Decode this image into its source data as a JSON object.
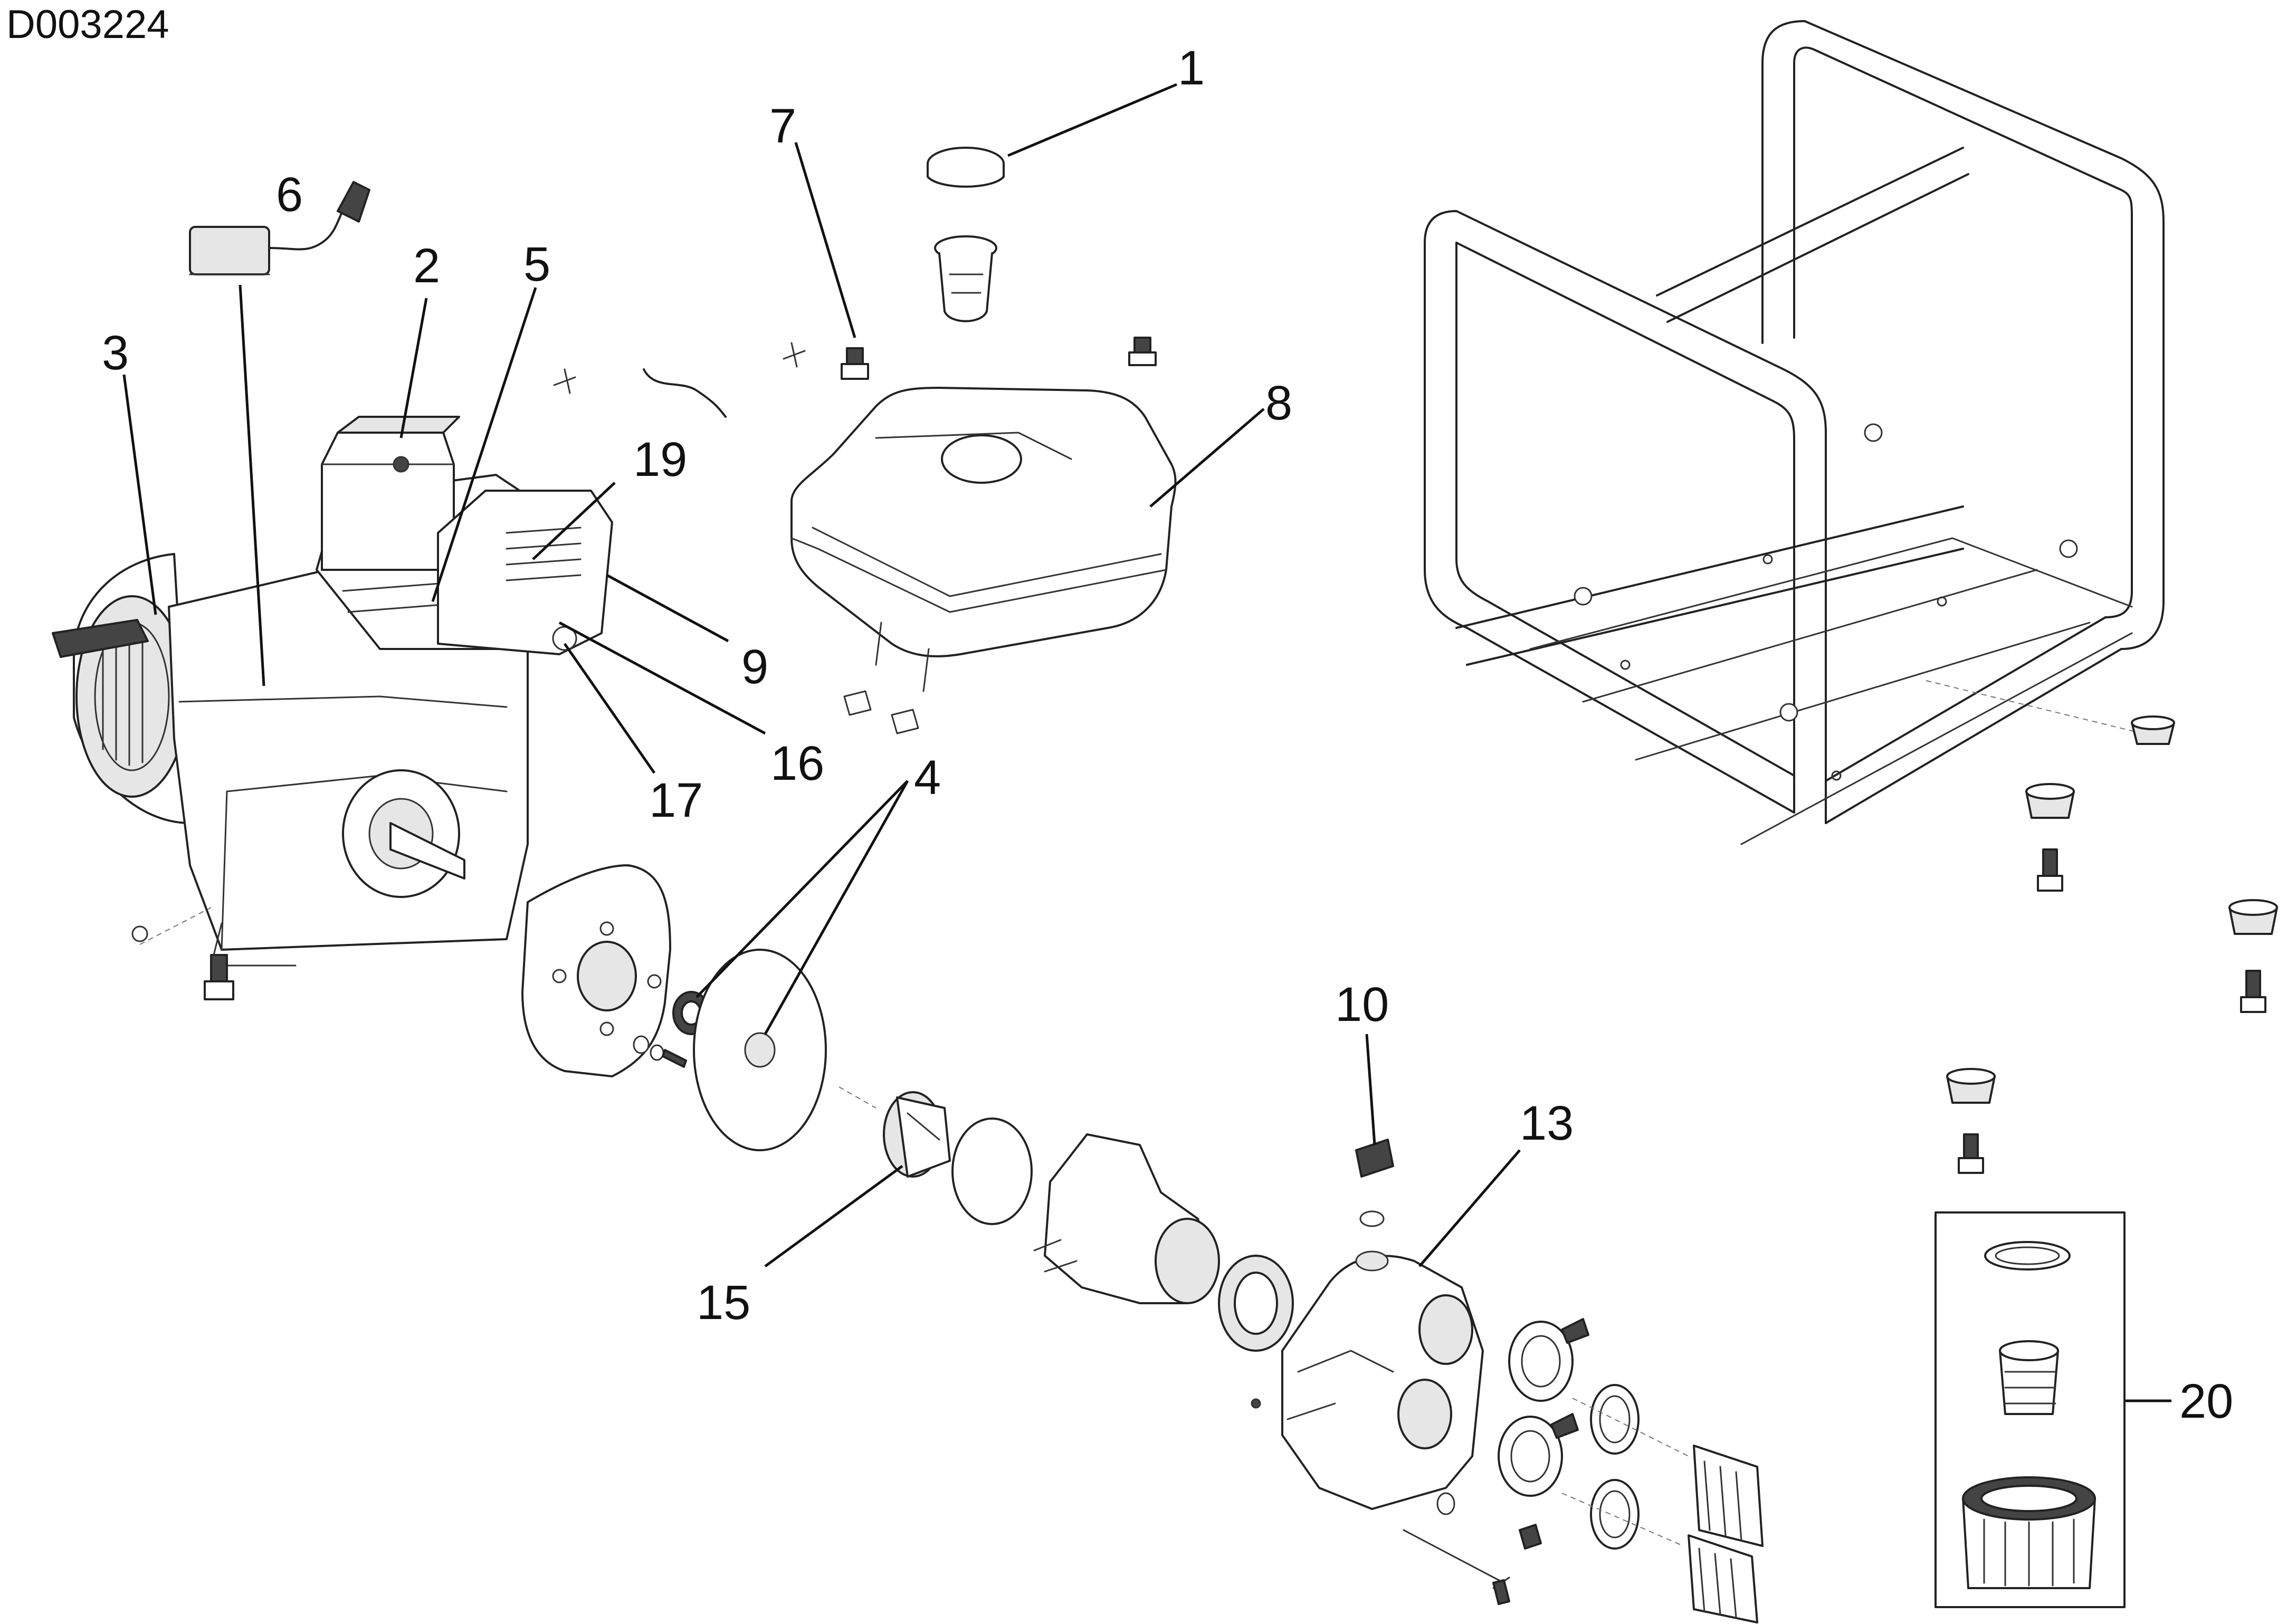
{
  "document_id": "D003224",
  "callouts": {
    "c1": "1",
    "c2": "2",
    "c3": "3",
    "c4": "4",
    "c5": "5",
    "c6": "6",
    "c7": "7",
    "c8": "8",
    "c9": "9",
    "c10": "10",
    "c13": "13",
    "c15": "15",
    "c16": "16",
    "c17": "17",
    "c19": "19",
    "c20": "20"
  },
  "colors": {
    "line": "#222222",
    "background": "#ffffff"
  }
}
